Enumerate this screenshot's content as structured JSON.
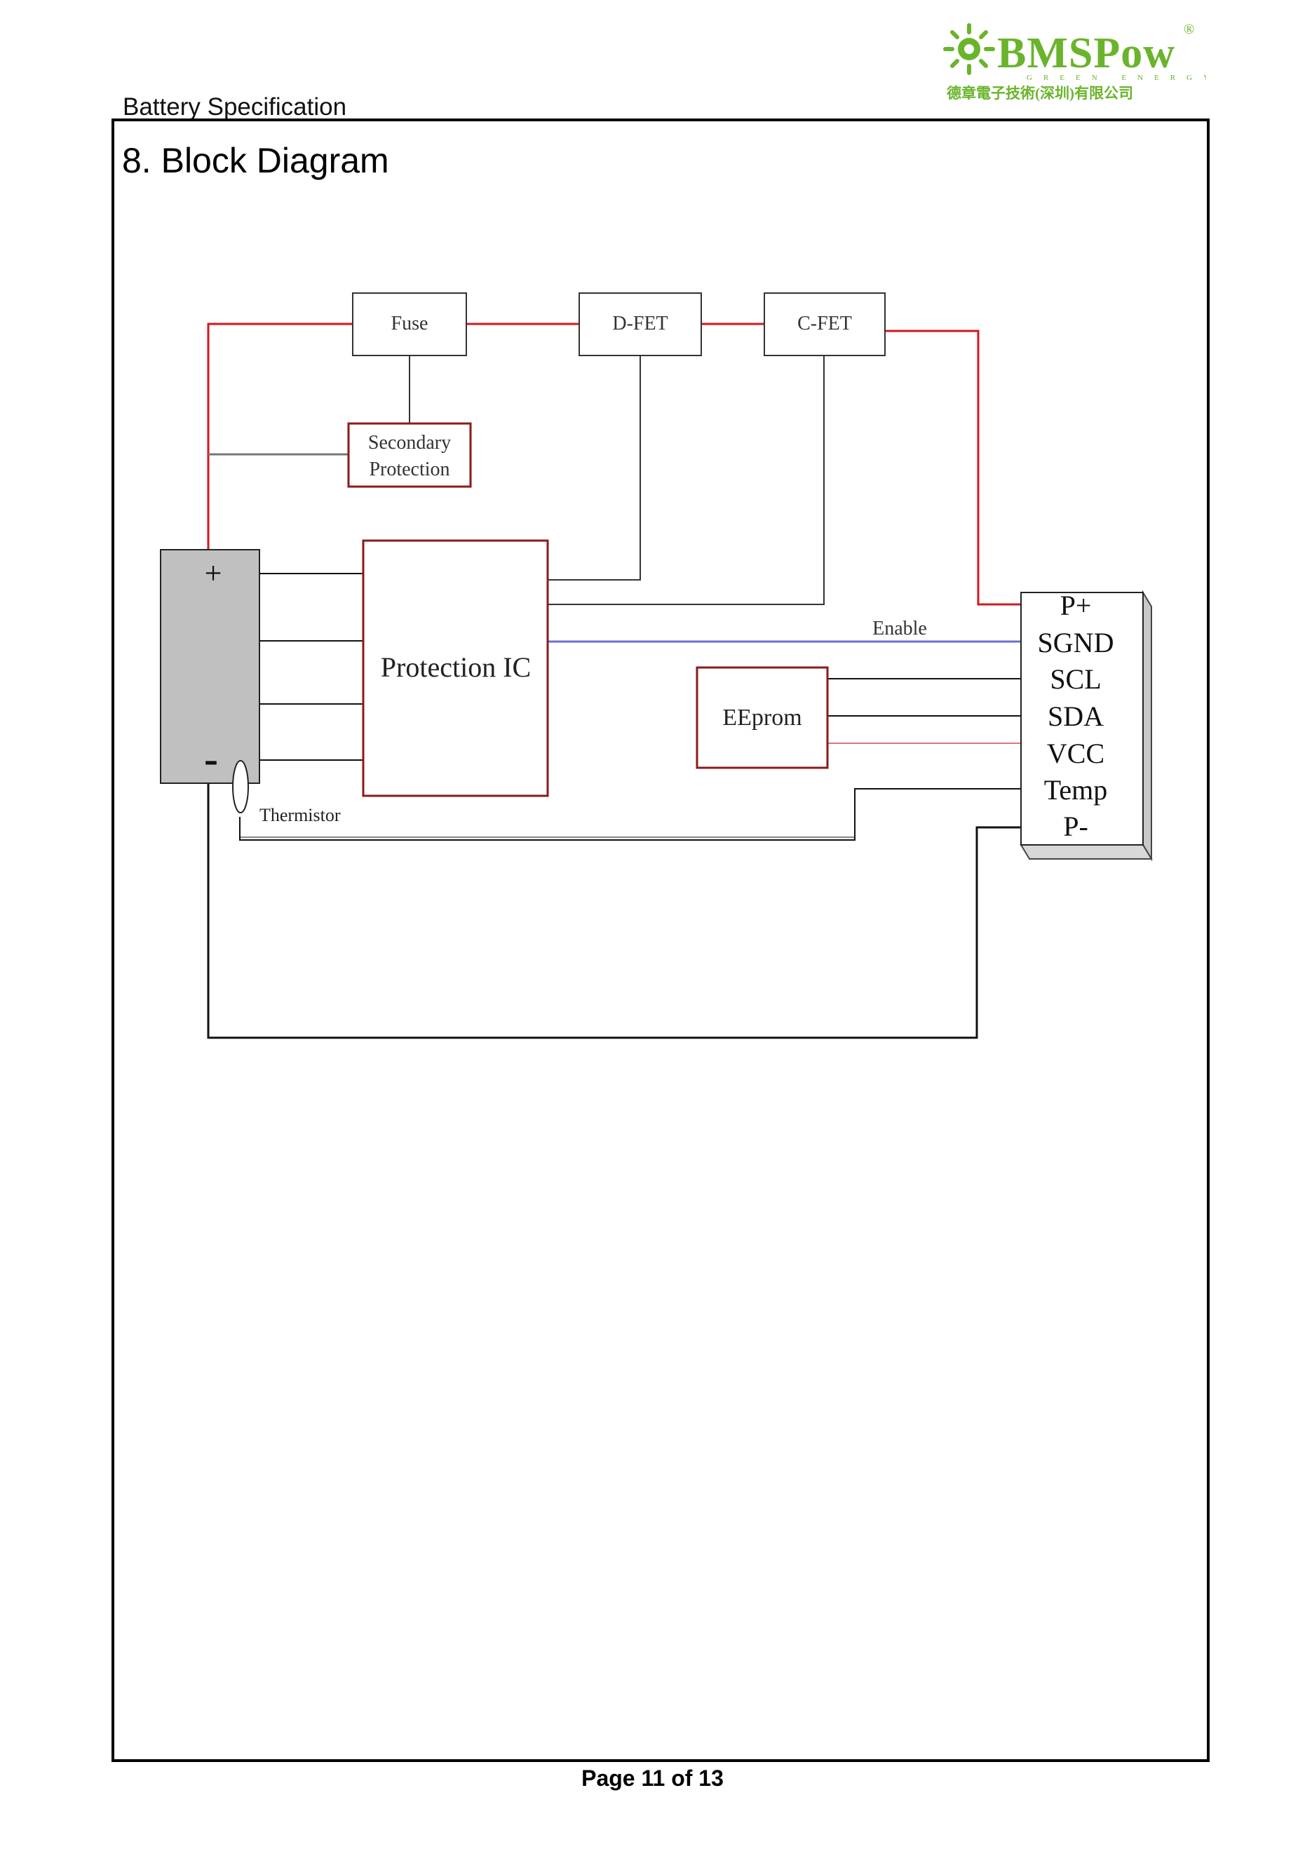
{
  "header": {
    "doc_title": "Battery Specification",
    "logo": {
      "brand": "BMSPow",
      "tagline": "GREEN ENERGY",
      "company": "德章電子技術(深圳)有限公司",
      "registered_mark": "®",
      "brand_color": "#6ab42c",
      "icon": "sun-leaf-icon"
    }
  },
  "section": {
    "title": "8. Block Diagram"
  },
  "diagram": {
    "blocks": {
      "fuse": "Fuse",
      "dfet": "D-FET",
      "cfet": "C-FET",
      "secondary_line1": "Secondary",
      "secondary_line2": "Protection",
      "protection_ic": "Protection IC",
      "eeprom": "EEprom"
    },
    "battery": {
      "plus": "+",
      "minus": "-"
    },
    "labels": {
      "enable": "Enable",
      "thermistor": "Thermistor"
    },
    "connector_pins": [
      "P+",
      "SGND",
      "SCL",
      "SDA",
      "VCC",
      "Temp",
      "P-"
    ],
    "colors": {
      "power_line": "#d0191f",
      "signal_line": "#111111",
      "enable_line": "#6a6fd6",
      "block_border_red": "#8b1a1a",
      "block_border_gray": "#555555",
      "battery_fill": "#c0c0c0"
    }
  },
  "footer": {
    "page": "Page 11 of 13"
  }
}
